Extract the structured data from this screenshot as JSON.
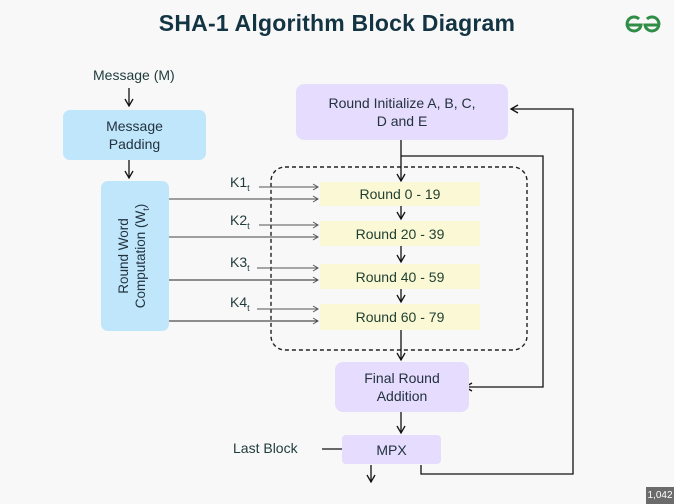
{
  "title": "SHA-1 Algorithm Block Diagram",
  "logo": {
    "icon": "gfg-logo-icon",
    "color": "#2f8d46"
  },
  "colors": {
    "blue_box": "#bfe6fb",
    "purple_box": "#e6dcfd",
    "yellow_box": "#fbf8d6",
    "title": "#133442"
  },
  "inputs": {
    "message": "Message (M)",
    "last_block": "Last Block"
  },
  "boxes": {
    "message_padding": "Message Padding",
    "round_word_line1": "Round Word",
    "round_word_line2": "Computation (W",
    "round_word_sub": "t",
    "round_word_close": ")",
    "round_initialize": "Round Initialize A, B, C, D and E",
    "final_round": "Final Round Addition",
    "mpx": "MPX"
  },
  "rounds": [
    {
      "label": "Round 0 - 19",
      "constant": "K1",
      "sub": "t"
    },
    {
      "label": "Round 20 - 39",
      "constant": "K2",
      "sub": "t"
    },
    {
      "label": "Round 40 - 59",
      "constant": "K3",
      "sub": "t"
    },
    {
      "label": "Round 60 - 79",
      "constant": "K4",
      "sub": "t"
    }
  ],
  "badge": "1,042"
}
